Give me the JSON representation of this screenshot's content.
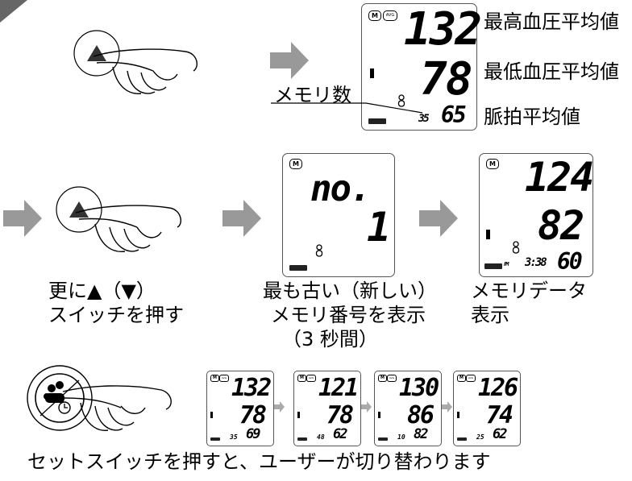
{
  "lcd_avg": {
    "sys": "132",
    "dia": "78",
    "pulse": "65",
    "mem_count": "35"
  },
  "labels_avg": {
    "sys": "最高血圧平均値",
    "dia": "最低血圧平均値",
    "pulse": "脈拍平均値",
    "memory_count": "メモリ数"
  },
  "lcd_no": {
    "text": "no.",
    "num": "1"
  },
  "lcd_data": {
    "sys": "124",
    "dia": "82",
    "pulse": "60",
    "time": "3:38",
    "pm": "PM"
  },
  "captions": {
    "step1_line1": "更に▲（▼）",
    "step1_line2": "スイッチを押す",
    "step2_line1": "最も古い（新しい）",
    "step2_line2": "メモリ番号を表示",
    "step2_line3": "（3 秒間）",
    "step3_line1": "メモリデータ",
    "step3_line2": "表示",
    "bottom": "セットスイッチを押すと、ユーザーが切り替わります"
  },
  "user_lcds": [
    {
      "sys": "132",
      "dia": "78",
      "pulse": "69",
      "mem": "35"
    },
    {
      "sys": "121",
      "dia": "78",
      "pulse": "62",
      "mem": "48"
    },
    {
      "sys": "130",
      "dia": "86",
      "pulse": "82",
      "mem": "10"
    },
    {
      "sys": "126",
      "dia": "74",
      "pulse": "62",
      "mem": "25"
    }
  ],
  "badges": {
    "m": "M",
    "avg": "AVG"
  },
  "icons": [
    "finger-press-icon",
    "arrow-right-icon",
    "person-icon",
    "battery-icon",
    "set-switch-icon",
    "users-icon",
    "clock-icon"
  ]
}
